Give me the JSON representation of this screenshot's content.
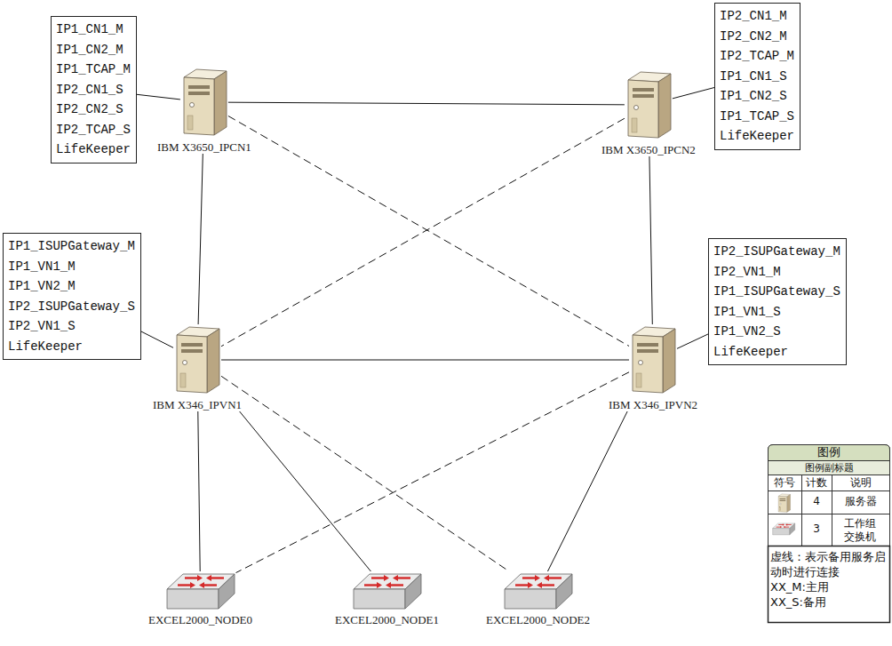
{
  "diagram": {
    "nodes": [
      {
        "text": [
          "IP1_CN1_M",
          "IP1_CN2_M",
          "IP1_TCAP_M",
          "IP2_CN1_S",
          "IP2_CN2_S",
          "IP2_TCAP_S",
          "LifeKeeper"
        ]
      },
      {
        "text": [
          "IBM X3650_IPCN1"
        ]
      },
      {
        "text": [
          "IP2_CN1_M",
          "IP2_CN2_M",
          "IP2_TCAP_M",
          "IP1_CN1_S",
          "IP1_CN2_S",
          "IP1_TCAP_S",
          "LifeKeeper"
        ]
      },
      {
        "text": [
          "IBM X3650_IPCN2"
        ]
      },
      {
        "text": [
          "IP1_ISUPGateway_M",
          "IP1_VN1_M",
          "IP1_VN2_M",
          "IP2_ISUPGateway_S",
          "IP2_VN1_S",
          "LifeKeeper"
        ]
      },
      {
        "text": [
          "IBM X346_IPVN1"
        ]
      },
      {
        "text": [
          "IP2_ISUPGateway_M",
          "IP2_VN1_M",
          "IP1_ISUPGateway_S",
          "IP1_VN1_S",
          "IP1_VN2_S",
          "LifeKeeper"
        ]
      },
      {
        "text": [
          "IBM X346_IPVN2"
        ]
      },
      {
        "text": [
          "EXCEL2000_NODE0"
        ]
      },
      {
        "text": [
          "EXCEL2000_NODE1"
        ]
      },
      {
        "text": [
          "EXCEL2000_NODE2"
        ]
      }
    ],
    "edges": [
      {
        "from": 0,
        "to": 1,
        "arrow": "none"
      },
      {
        "from": 2,
        "to": 3,
        "arrow": "none"
      },
      {
        "from": 4,
        "to": 5,
        "arrow": "none"
      },
      {
        "from": 6,
        "to": 7,
        "arrow": "none"
      },
      {
        "from": 1,
        "to": 3,
        "arrow": "none"
      },
      {
        "from": 1,
        "to": 5,
        "arrow": "none"
      },
      {
        "from": 3,
        "to": 7,
        "arrow": "none"
      },
      {
        "from": 5,
        "to": 7,
        "arrow": "none"
      },
      {
        "from": 1,
        "to": 7,
        "arrow": "none"
      },
      {
        "from": 3,
        "to": 5,
        "arrow": "none"
      },
      {
        "from": 5,
        "to": 8,
        "arrow": "none"
      },
      {
        "from": 5,
        "to": 9,
        "arrow": "none"
      },
      {
        "from": 5,
        "to": 10,
        "arrow": "none"
      },
      {
        "from": 7,
        "to": 8,
        "arrow": "none"
      },
      {
        "from": 7,
        "to": 10,
        "arrow": "none"
      }
    ],
    "labels": [
      "图例",
      "图例副标题",
      "符号",
      "计数",
      "说明",
      "4",
      "3",
      "虚线：表示备用服务启动时进行连接",
      "XX_M:主用",
      "XX_S:备用"
    ],
    "legend": [
      {
        "text": "服务器"
      },
      {
        "text": "工作组交换机"
      }
    ]
  }
}
